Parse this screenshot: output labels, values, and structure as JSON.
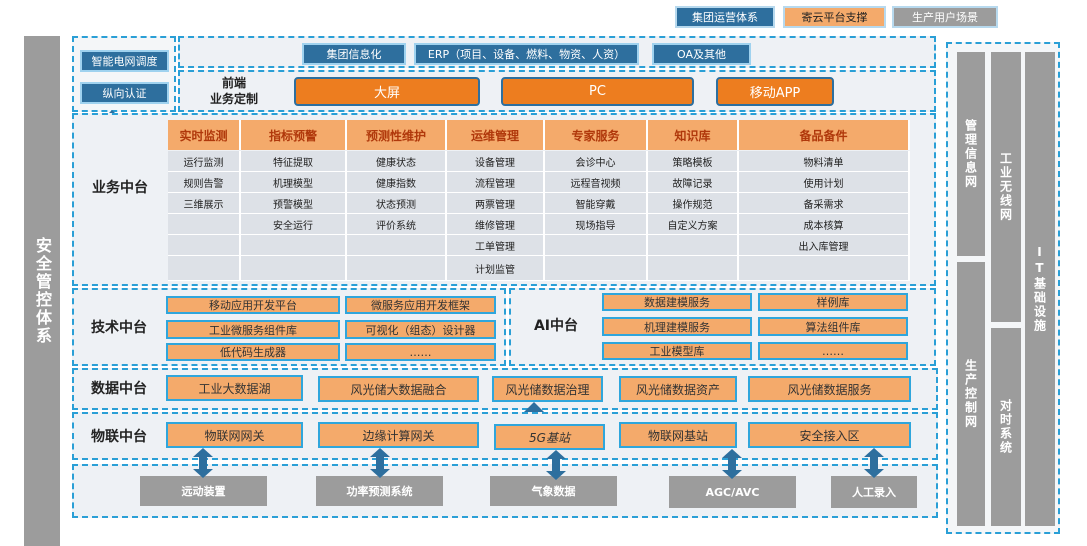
{
  "top_tabs": [
    {
      "label": "集团运营体系",
      "color": "#2e6f9e"
    },
    {
      "label": "寄云平台支撑",
      "color": "#f4aa6b"
    },
    {
      "label": "生产用户场景",
      "color": "#9c9c9c"
    }
  ],
  "left_column": {
    "label": "安全管控体系"
  },
  "right_columns": {
    "mgmt_net": "管理信息网",
    "industrial_wireless": "工业无线网",
    "it_infra": "IT基础设施",
    "production_control": "生产控制网",
    "time_sync": "对时系统"
  },
  "top_left_boxes": [
    "智能电网调度",
    "纵向认证"
  ],
  "group_row": [
    "集团信息化",
    "ERP（项目、设备、燃料、物资、人资）",
    "OA及其他"
  ],
  "frontend": {
    "label": "前端\n业务定制",
    "items": [
      "大屏",
      "PC",
      "移动APP"
    ]
  },
  "business_center": {
    "label": "业务中台",
    "columns": [
      {
        "header": "实时监测",
        "cells": [
          "运行监测",
          "规则告警",
          "三维展示",
          "",
          "",
          ""
        ]
      },
      {
        "header": "指标预警",
        "cells": [
          "特征提取",
          "机理模型",
          "预警模型",
          "安全运行",
          "",
          ""
        ]
      },
      {
        "header": "预测性维护",
        "cells": [
          "健康状态",
          "健康指数",
          "状态预测",
          "评价系统",
          "",
          ""
        ]
      },
      {
        "header": "运维管理",
        "cells": [
          "设备管理",
          "流程管理",
          "两票管理",
          "维修管理",
          "工单管理",
          "计划监管"
        ]
      },
      {
        "header": "专家服务",
        "cells": [
          "会诊中心",
          "远程音视频",
          "智能穿戴",
          "现场指导",
          "",
          ""
        ]
      },
      {
        "header": "知识库",
        "cells": [
          "策略模板",
          "故障记录",
          "操作规范",
          "自定义方案",
          "",
          ""
        ]
      },
      {
        "header": "备品备件",
        "cells": [
          "物料清单",
          "使用计划",
          "备采需求",
          "成本核算",
          "出入库管理",
          ""
        ]
      }
    ]
  },
  "tech_center": {
    "label": "技术中台",
    "items": [
      "移动应用开发平台",
      "微服务应用开发框架",
      "工业微服务组件库",
      "可视化（组态）设计器",
      "低代码生成器",
      "……"
    ]
  },
  "ai_center": {
    "label": "AI中台",
    "items": [
      "数据建模服务",
      "样例库",
      "机理建模服务",
      "算法组件库",
      "工业模型库",
      "……"
    ]
  },
  "data_center": {
    "label": "数据中台",
    "items": [
      "工业大数据湖",
      "风光储大数据融合",
      "风光储数据治理",
      "风光储数据资产",
      "风光储数据服务"
    ]
  },
  "iot_center": {
    "label": "物联中台",
    "items": [
      "物联网网关",
      "边缘计算网关",
      "5G基站",
      "物联网基站",
      "安全接入区"
    ]
  },
  "devices": [
    "远动装置",
    "功率预测系统",
    "气象数据",
    "AGC/AVC",
    "人工录入"
  ]
}
